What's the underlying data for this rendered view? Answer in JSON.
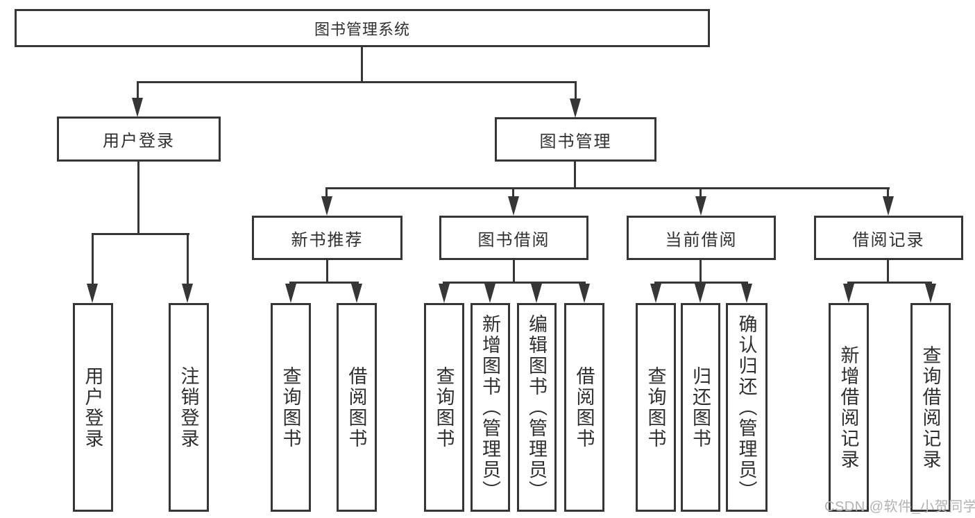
{
  "diagram": {
    "type": "hierarchy-tree",
    "tree": {
      "label": "图书管理系统",
      "children": [
        {
          "label": "用户登录",
          "children": [
            {
              "label": "用户登录"
            },
            {
              "label": "注销登录"
            }
          ]
        },
        {
          "label": "图书管理",
          "children": [
            {
              "label": "新书推荐",
              "children": [
                {
                  "label": "查询图书"
                },
                {
                  "label": "借阅图书"
                }
              ]
            },
            {
              "label": "图书借阅",
              "children": [
                {
                  "label": "查询图书"
                },
                {
                  "label": "新增图书（管理员）"
                },
                {
                  "label": "编辑图书（管理员）"
                },
                {
                  "label": "借阅图书"
                }
              ]
            },
            {
              "label": "当前借阅",
              "children": [
                {
                  "label": "查询图书"
                },
                {
                  "label": "归还图书"
                },
                {
                  "label": "确认归还（管理员）"
                }
              ]
            },
            {
              "label": "借阅记录",
              "children": [
                {
                  "label": "新增借阅记录"
                },
                {
                  "label": "查询借阅记录"
                }
              ]
            }
          ]
        }
      ]
    },
    "colors": {
      "line": "#363636",
      "text": "#2f2f2f",
      "background": "#ffffff",
      "watermark": "#b2b2b2"
    }
  },
  "watermark": {
    "text": "CSDN @软件_小贺同学"
  }
}
